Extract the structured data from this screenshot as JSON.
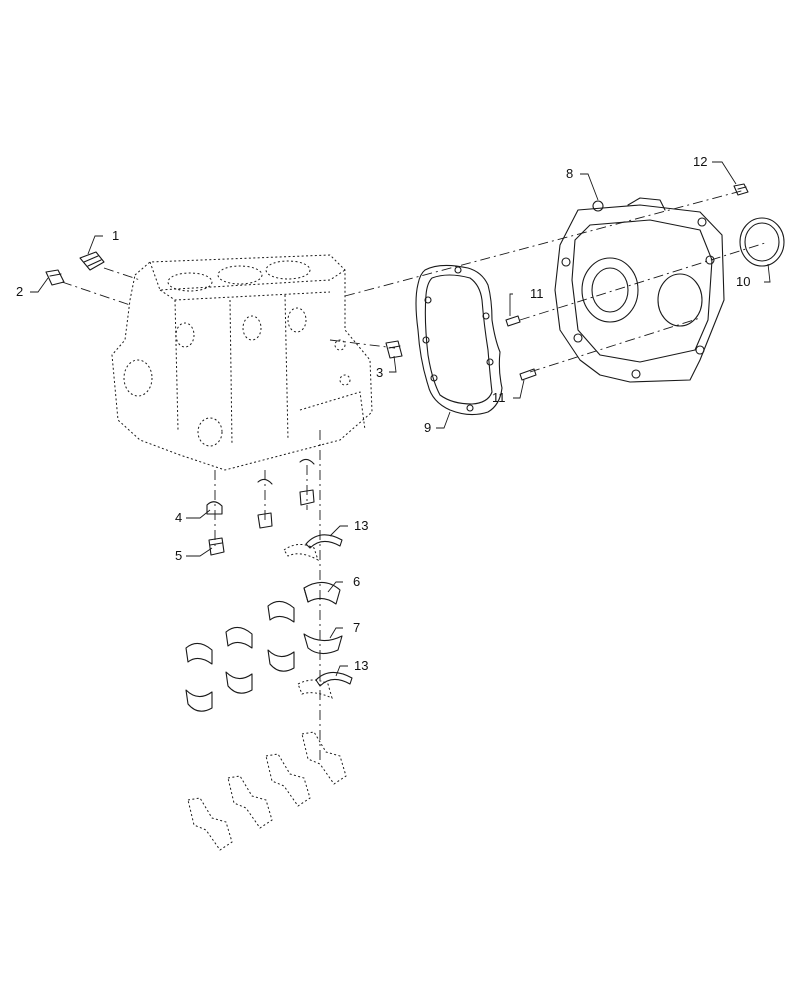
{
  "callouts": {
    "c1": "1",
    "c2": "2",
    "c3": "3",
    "c4": "4",
    "c5": "5",
    "c6": "6",
    "c7": "7",
    "c8": "8",
    "c9": "9",
    "c10": "10",
    "c11a": "11",
    "c11b": "11",
    "c12": "12",
    "c13a": "13",
    "c13b": "13"
  }
}
